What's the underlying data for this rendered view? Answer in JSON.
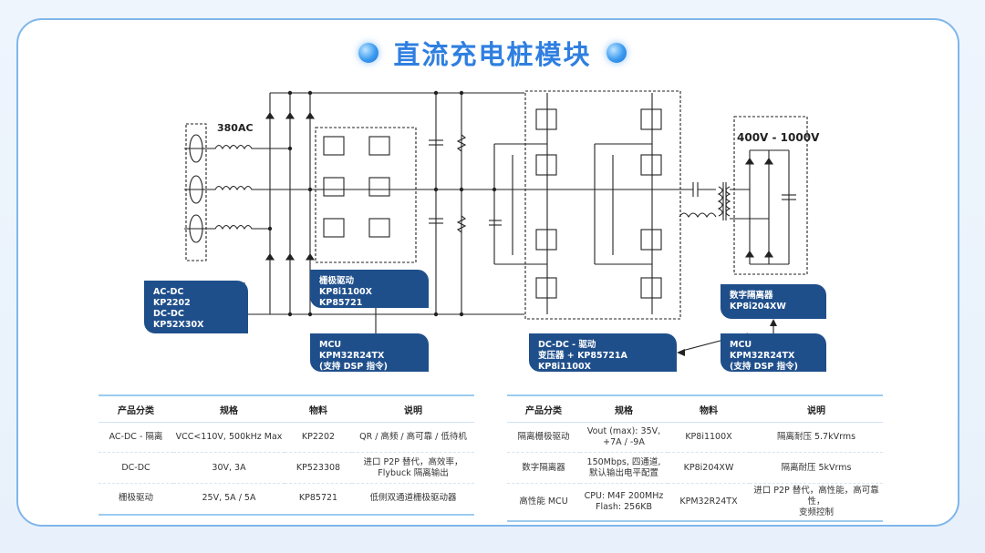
{
  "title": "直流充电桩模块",
  "labels": {
    "ac_input": "380AC",
    "dc_output": "400V - 1000V"
  },
  "boxes": {
    "acdc": [
      "AC-DC",
      "KP2202",
      "DC-DC",
      "KP52X30X"
    ],
    "gate_driver": [
      "栅极驱动",
      "KP8i1100X",
      "KP85721"
    ],
    "mcu_left": [
      "MCU",
      "KPM32R24TX",
      "(支持 DSP 指令)"
    ],
    "dcdc_driver": [
      "DC-DC - 驱动",
      "变压器 + KP85721A",
      "KP8i1100X"
    ],
    "mcu_right": [
      "MCU",
      "KPM32R24TX",
      "(支持 DSP 指令)"
    ],
    "digital_isolator": [
      "数字隔离器",
      "KP8i204XW"
    ]
  },
  "table_left": {
    "headers": [
      "产品分类",
      "规格",
      "物料",
      "说明"
    ],
    "rows": [
      [
        "AC-DC - 隔离",
        "VCC<110V, 500kHz Max",
        "KP2202",
        "QR / 高频 / 高可靠 / 低待机"
      ],
      [
        "DC-DC",
        "30V, 3A",
        "KP523308",
        "进口 P2P 替代，高效率，\nFlybuck 隔离输出"
      ],
      [
        "栅极驱动",
        "25V, 5A / 5A",
        "KP85721",
        "低侧双通道栅极驱动器"
      ]
    ]
  },
  "table_right": {
    "headers": [
      "产品分类",
      "规格",
      "物料",
      "说明"
    ],
    "rows": [
      [
        "隔离栅极驱动",
        "Vout (max): 35V,\n+7A / -9A",
        "KP8i1100X",
        "隔离耐压 5.7kVrms"
      ],
      [
        "数字隔离器",
        "150Mbps, 四通道,\n默认输出电平配置",
        "KP8i204XW",
        "隔离耐压 5kVrms"
      ],
      [
        "高性能 MCU",
        "CPU: M4F 200MHz\nFlash: 256KB",
        "KPM32R24TX",
        "进口 P2P 替代，高性能，高可靠性，\n变频控制"
      ]
    ]
  }
}
